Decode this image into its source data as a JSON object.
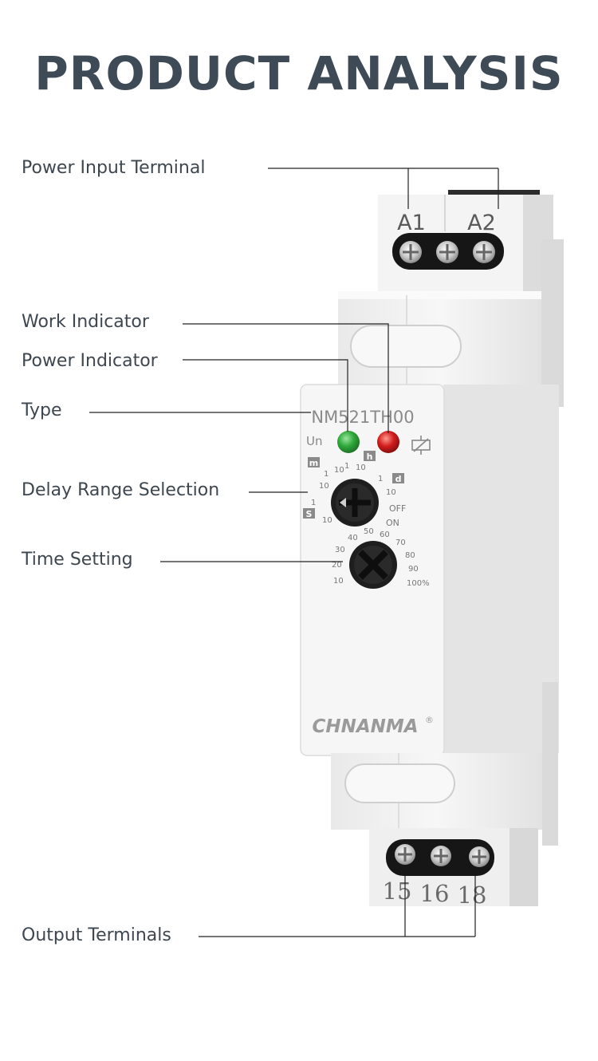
{
  "page": {
    "title": "PRODUCT ANALYSIS"
  },
  "callouts": {
    "power_input_terminal": "Power Input Terminal",
    "work_indicator": "Work Indicator",
    "power_indicator": "Power Indicator",
    "type": "Type",
    "delay_range_selection": "Delay Range Selection",
    "time_setting": "Time Setting",
    "output_terminals": "Output Terminals"
  },
  "device": {
    "model": "NM521TH00",
    "brand": "CHNANMA",
    "registered_mark": "®",
    "top_terminals": [
      "A1",
      "A2"
    ],
    "bottom_terminals": [
      "15",
      "16",
      "18"
    ],
    "power_led_label": "Un",
    "relay_symbol": "relay-coil-icon",
    "range_dial": {
      "unit_markers": [
        "m",
        "h",
        "d",
        "S"
      ],
      "scale": [
        "10",
        "1",
        "10",
        "1",
        "10",
        "1",
        "10",
        "1",
        "10"
      ],
      "mode_labels": [
        "OFF",
        "ON"
      ]
    },
    "time_dial": {
      "scale": [
        "10",
        "20",
        "30",
        "40",
        "50",
        "60",
        "70",
        "80",
        "90",
        "100%"
      ]
    },
    "colors": {
      "power_led": "#2fa83a",
      "work_led": "#d21d1d",
      "knob": "#1e1e1e",
      "housing": "#f2f2f2"
    }
  }
}
